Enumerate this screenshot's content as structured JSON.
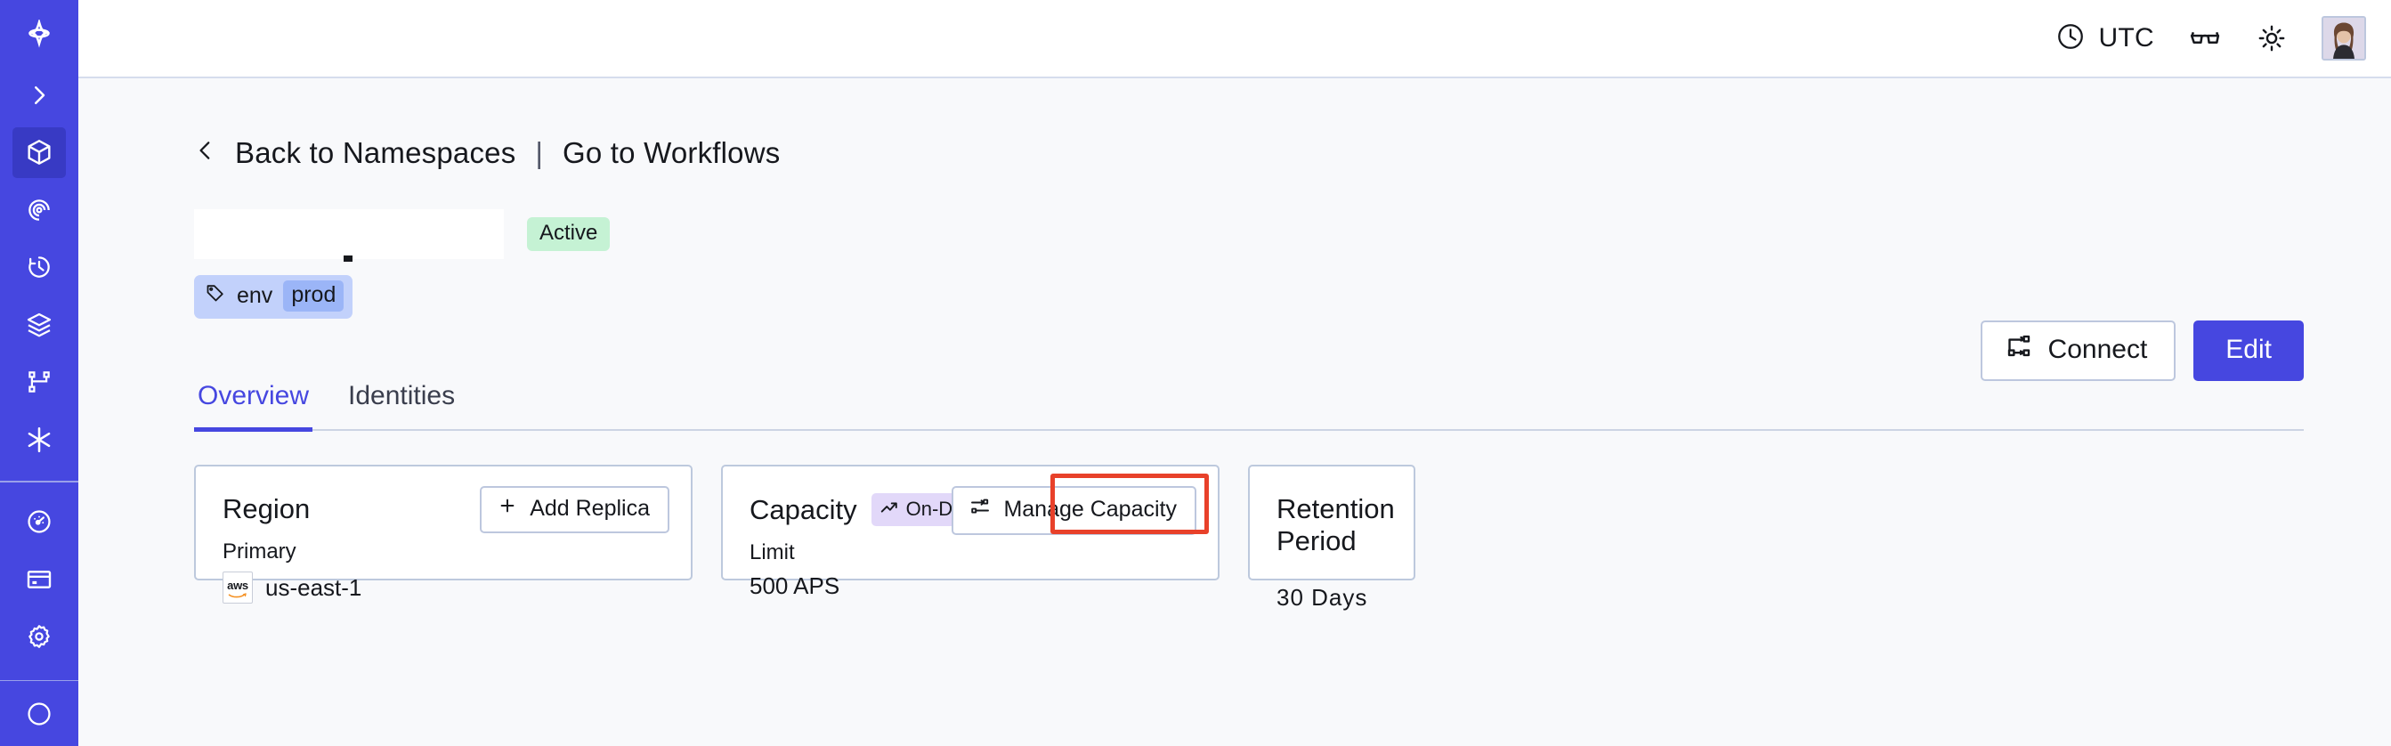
{
  "sidebar": {
    "items": [
      {
        "name": "logo",
        "icon": "temporal-star-icon",
        "active": false
      },
      {
        "name": "expand",
        "icon": "chevron-right-icon",
        "active": false
      },
      {
        "name": "namespaces",
        "icon": "cube-icon",
        "active": true
      },
      {
        "name": "observability",
        "icon": "spiral-eye-icon",
        "active": false
      },
      {
        "name": "schedules",
        "icon": "clock-history-icon",
        "active": false
      },
      {
        "name": "stack",
        "icon": "layers-icon",
        "active": false
      },
      {
        "name": "workflows",
        "icon": "workflow-tree-icon",
        "active": false
      },
      {
        "name": "nexus",
        "icon": "asterisk-icon",
        "active": false
      },
      {
        "name": "usage",
        "icon": "gauge-icon",
        "active": false
      },
      {
        "name": "billing",
        "icon": "credit-card-icon",
        "active": false
      },
      {
        "name": "settings",
        "icon": "gear-icon",
        "active": false
      }
    ]
  },
  "topbar": {
    "timezone": "UTC",
    "timezone_icon": "clock-icon",
    "glasses_icon": "glasses-icon",
    "theme_icon": "sun-icon",
    "avatar_icon": "user-avatar"
  },
  "breadcrumb": {
    "back_icon": "chevron-left-icon",
    "back_label": "Back to Namespaces",
    "separator": "|",
    "forward_label": "Go to Workflows"
  },
  "header": {
    "namespace_name": "",
    "status_badge": "Active",
    "tag": {
      "icon": "tag-icon",
      "key": "env",
      "value": "prod"
    },
    "connect_label": "Connect",
    "connect_icon": "connect-flow-icon",
    "edit_label": "Edit"
  },
  "tabs": [
    {
      "label": "Overview",
      "active": true
    },
    {
      "label": "Identities",
      "active": false
    }
  ],
  "cards": {
    "region": {
      "title": "Region",
      "action_label": "Add Replica",
      "action_icon": "plus-icon",
      "sub_label": "Primary",
      "provider_icon": "aws-logo",
      "provider_text": "aws",
      "value": "us-east-1"
    },
    "capacity": {
      "title": "Capacity",
      "badge_label": "On-Demand",
      "badge_icon": "trending-up-icon",
      "action_label": "Manage Capacity",
      "action_icon": "sliders-icon",
      "sub_label": "Limit",
      "value": "500 APS",
      "highlighted": true
    },
    "retention": {
      "title": "Retention Period",
      "value": "30  Days"
    }
  },
  "colors": {
    "sidebar": "#4647e0",
    "sidebar_active": "#383ac4",
    "accent": "#4647e0",
    "page_bg": "#f8f9fb",
    "card_border": "#bdc9dd",
    "status_active_bg": "#c5f2d4",
    "tag_bg": "#c2d1fb",
    "tag_value_bg": "#9bb5f7",
    "ondemand_bg": "#e2d8f9",
    "highlight": "#e8412a"
  }
}
